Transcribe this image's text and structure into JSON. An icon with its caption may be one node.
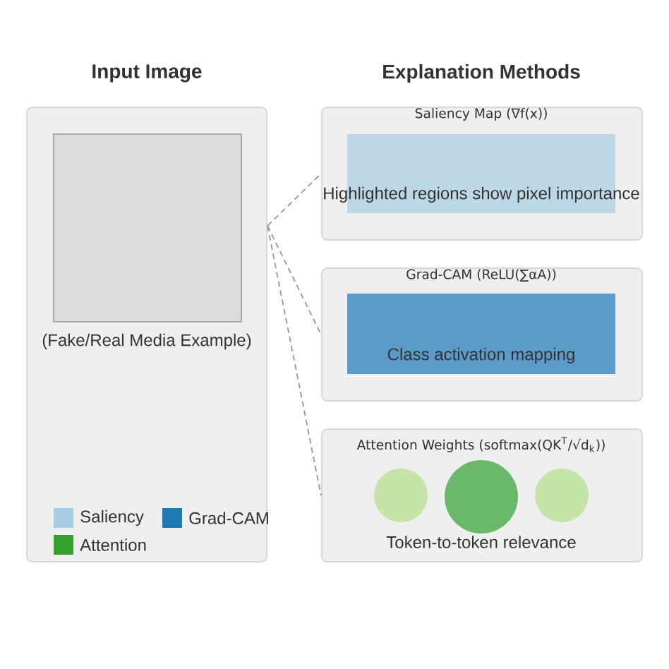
{
  "diagram": {
    "nodes": [
      {
        "text": [],
        "shape": "box"
      },
      {
        "text": [],
        "shape": "box",
        "in": 0,
        "beside": [
          "(Fake/Real Media Example)"
        ]
      },
      {
        "text": [
          "Saliency Map (∇f(x))"
        ]
      },
      {
        "text": [
          "Highlighted regions show pixel importance"
        ],
        "in": 2
      },
      {
        "text": [
          "Grad-CAM (ReLU(∑αA))"
        ]
      },
      {
        "text": [
          "Class activation mapping"
        ],
        "in": 4
      },
      {
        "text": [
          "Attention Weights (softmax(QK$^{T}$/√d$_{k}$))",
          "Token-to-token relevance"
        ]
      },
      {
        "text": [],
        "shape": "circle",
        "in": 6
      },
      {
        "text": [],
        "shape": "circle",
        "in": 6
      },
      {
        "text": [],
        "shape": "circle",
        "in": 6
      }
    ],
    "edges": [
      {
        "from": 0,
        "to": 2,
        "arrow": "none",
        "style": "dashed"
      },
      {
        "from": 0,
        "to": 4,
        "arrow": "none",
        "style": "dashed"
      },
      {
        "from": 0,
        "to": 6,
        "arrow": "none",
        "style": "dashed"
      }
    ],
    "labels": [
      "Input Image",
      "Explanation Methods"
    ],
    "legend": [
      {
        "text": "Saliency",
        "color": "#a6cee3"
      },
      {
        "text": "Grad-CAM",
        "color": "#1f78b4"
      },
      {
        "text": "Attention",
        "color": "#33a02c"
      }
    ]
  }
}
